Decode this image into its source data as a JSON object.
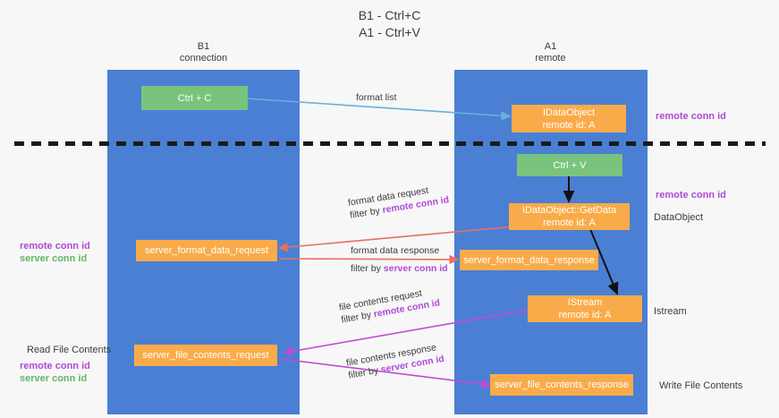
{
  "title": {
    "line1": "B1 - Ctrl+C",
    "line2": "A1 - Ctrl+V"
  },
  "lanes": [
    {
      "name": "B1",
      "sub": "connection"
    },
    {
      "name": "A1",
      "sub": "remote"
    }
  ],
  "boxes": {
    "ctrl_c": "Ctrl + C",
    "ctrl_v": "Ctrl + V",
    "idataobject_line1": "IDataObject",
    "idataobject_line2": "remote id: A",
    "getdata_line1": "IDataObject::GetData",
    "getdata_line2": "remote id: A",
    "istream_line1": "IStream",
    "istream_line2": "remote id: A",
    "server_format_data_request": "server_format_data_request",
    "server_format_data_response": "server_format_data_response",
    "server_file_contents_request": "server_file_contents_request",
    "server_file_contents_response": "server_file_contents_response"
  },
  "edges": {
    "format_list": "format list",
    "format_data_request": "format data request",
    "format_data_request_filter_prefix": "filter by ",
    "format_data_request_filter_value": "remote conn id",
    "format_data_response": "format data response",
    "format_data_response_filter_prefix": "filter by ",
    "format_data_response_filter_value": "server conn id",
    "file_contents_request": "file contents request",
    "file_contents_request_filter_prefix": "filter by ",
    "file_contents_request_filter_value": "remote conn id",
    "file_contents_response": "file contents response",
    "file_contents_response_filter_prefix": "filter by ",
    "file_contents_response_filter_value": "server conn id"
  },
  "annotations": {
    "left_remote_conn_id": "remote conn id",
    "left_server_conn_id": "server conn id",
    "read_file_contents": "Read File Contents",
    "left_remote_conn_id_2": "remote conn id",
    "left_server_conn_id_2": "server conn id",
    "right_remote_conn_id_top": "remote conn id",
    "right_remote_conn_id_mid": "remote conn id",
    "right_dataobject": "DataObject",
    "right_istream": "Istream",
    "right_write_file_contents": "Write File Contents"
  },
  "colors": {
    "lane": "#4a7fd4",
    "green_box": "#79c47c",
    "orange_box": "#f9ab49",
    "remote_conn_id": "#b04ad4",
    "server_conn_id": "#62b566",
    "arrow_format_list": "#6aaee0",
    "arrow_format_data": "#e8705f",
    "arrow_file_contents": "#c44ad4",
    "arrow_black": "#111111",
    "background": "#f7f7f7"
  }
}
